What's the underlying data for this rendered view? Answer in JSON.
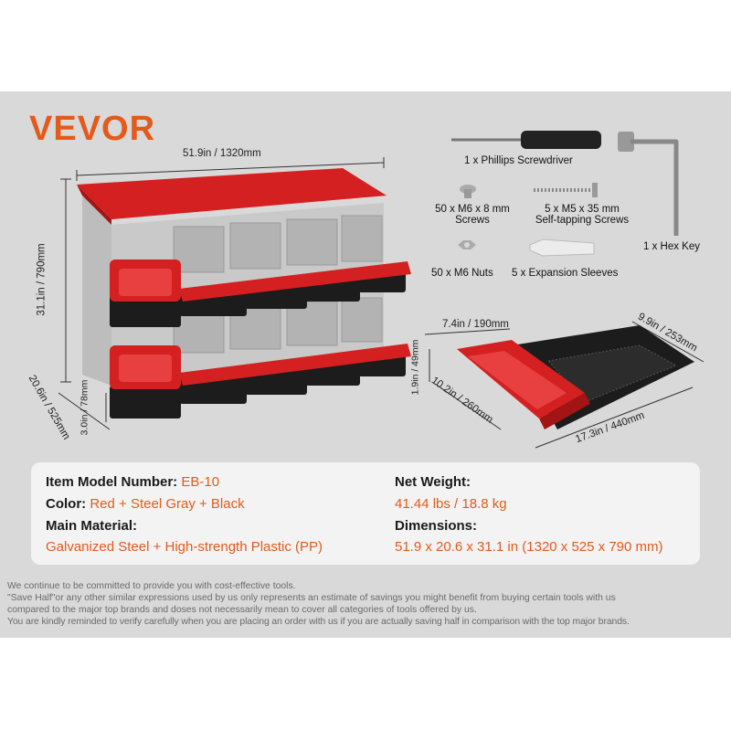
{
  "brand": {
    "logo": "VEVOR"
  },
  "dimensions": {
    "width": "51.9in / 1320mm",
    "height": "31.1in / 790mm",
    "depth": "20.6in / 525mm",
    "leg": "3.0in / 78mm",
    "tray_width": "7.4in / 190mm",
    "tray_end_width": "9.9in / 253mm",
    "tray_height": "1.9in / 49mm",
    "tray_inner_length": "10.2in / 260mm",
    "tray_length": "17.3in / 440mm"
  },
  "parts": [
    {
      "name": "1 x Phillips Screwdriver",
      "icon": "screwdriver-icon"
    },
    {
      "name": "1 x Hex Key",
      "icon": "hex-key-icon"
    },
    {
      "name_line1": "50 x M6 x 8 mm",
      "name_line2": "Screws",
      "icon": "bolt-icon"
    },
    {
      "name_line1": "5 x M5 x 35 mm",
      "name_line2": "Self-tapping Screws",
      "icon": "screw-icon"
    },
    {
      "name": "50 x M6 Nuts",
      "icon": "nut-icon"
    },
    {
      "name": "5 x Expansion Sleeves",
      "icon": "expansion-sleeve-icon"
    }
  ],
  "specs": {
    "model_label": "Item Model Number:",
    "model_value": "EB-10",
    "color_label": "Color:",
    "color_value": "Red + Steel Gray + Black",
    "material_label": "Main Material:",
    "material_value": "Galvanized Steel + High-strength Plastic (PP)",
    "weight_label": "Net Weight:",
    "weight_value": "41.44 lbs / 18.8 kg",
    "dimensions_label": "Dimensions:",
    "dimensions_value": "51.9 x 20.6 x 31.1 in (1320 x 525 x 790 mm)"
  },
  "disclaimer": [
    "We continue to be committed to provide you with cost-effective tools.",
    "\"Save Half\"or any other similar expressions used by us only represents an estimate of savings you might benefit from buying certain tools with us",
    "compared to the major top brands and doses not necessarily mean to cover all categories of tools offered by us.",
    "You are kindly reminded to verify carefully when you are placing an order with us if you are actually saving half in comparison with the top major brands."
  ],
  "colors": {
    "accent": "#e35a1b",
    "red": "#d42020",
    "steel": "#c8c8c8",
    "black": "#1c1c1c",
    "panel": "#d9d9d9"
  }
}
